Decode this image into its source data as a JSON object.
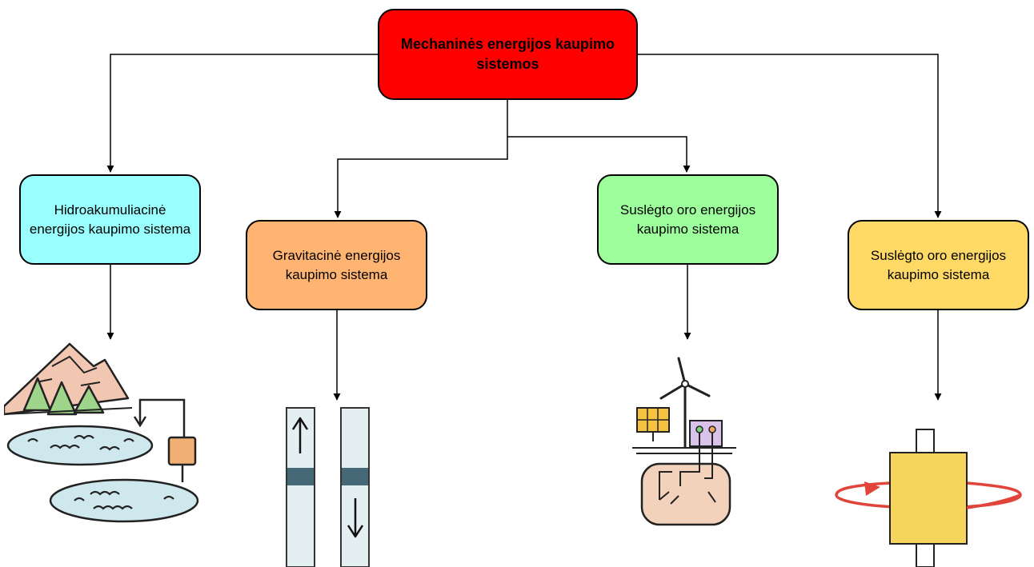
{
  "root": {
    "label": "Mechaninės energijos kaupimo sistemos",
    "color": "#ff0000"
  },
  "nodes": [
    {
      "label": "Hidroakumuliacinė energijos kaupimo sistema",
      "color": "#99ffff"
    },
    {
      "label": "Gravitacinė energijos kaupimo sistema",
      "color": "#ffb472"
    },
    {
      "label": "Suslėgto oro energijos kaupimo sistema",
      "color": "#9cff9c"
    },
    {
      "label": "Suslėgto oro energijos kaupimo sistema",
      "color": "#ffd966"
    }
  ]
}
